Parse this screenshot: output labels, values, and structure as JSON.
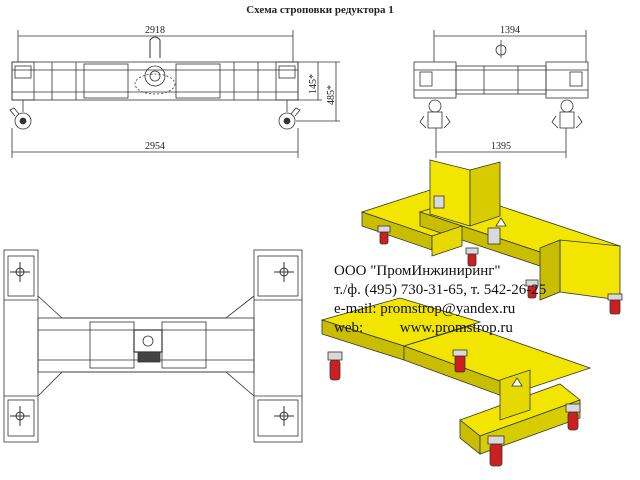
{
  "title": "Схема строповки редуктора 1",
  "dimensions": {
    "front_top_width": "2918",
    "front_bottom_width": "2954",
    "front_height_1": "145*",
    "front_height_2": "485*",
    "side_top_width": "1394",
    "side_bottom_width": "1395"
  },
  "company": {
    "name": "ООО \"ПромИнжиниринг\"",
    "phone": "т./ф. (495) 730-31-65, т. 542-26-25",
    "email_label": "e-mail:",
    "email": "promstrop@yandex.ru",
    "web_label": "web:",
    "web": "www.promstrop.ru"
  },
  "colors": {
    "line": "#333333",
    "frame_yellow": "#f2e600",
    "frame_shadow": "#c9bd00",
    "hook_red": "#cc1f1f",
    "hook_bracket": "#d9d9d9"
  }
}
